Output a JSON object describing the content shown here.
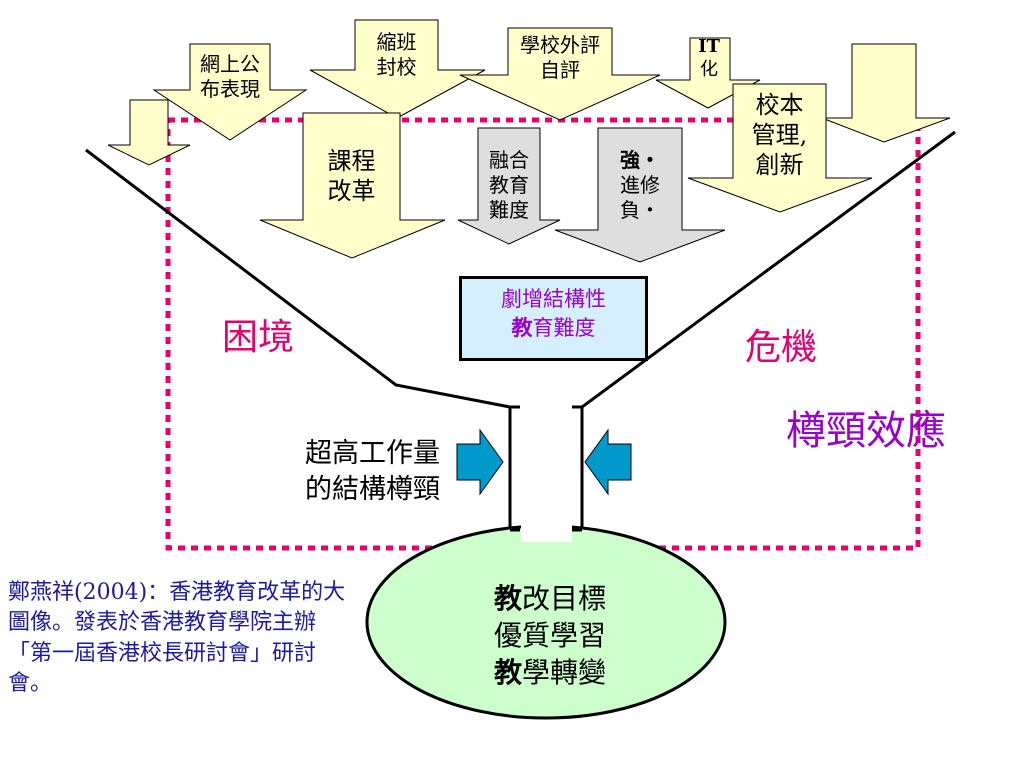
{
  "arrows_down": [
    {
      "id": "online",
      "lines": [
        "網上公",
        "布表現"
      ]
    },
    {
      "id": "shrink",
      "lines": [
        "縮班",
        "封校"
      ]
    },
    {
      "id": "review",
      "lines": [
        "學校外評",
        "自評"
      ]
    },
    {
      "id": "it",
      "lines": [
        "IT",
        "化"
      ]
    },
    {
      "id": "curriculum",
      "lines": [
        "課程",
        "改革"
      ]
    },
    {
      "id": "inclusive",
      "lines": [
        "融合",
        "教育",
        "難度"
      ]
    },
    {
      "id": "strengthen",
      "lines": [
        "強‧",
        "進修",
        "負‧"
      ]
    },
    {
      "id": "sbm",
      "lines": [
        "校本",
        "管理,",
        "創新"
      ]
    }
  ],
  "center_box": {
    "line1": "劇增結構性",
    "line2_bold": "教",
    "line2_rest": "育難度"
  },
  "dilemma": "困境",
  "crisis": "危機",
  "bottleneck_effect": "樽頸效應",
  "workload": [
    "超高工作量",
    "的結構樽頸"
  ],
  "bulb": [
    {
      "bold": "教",
      "rest": "改目標"
    },
    {
      "bold": "",
      "rest": "優質學習"
    },
    {
      "bold": "教",
      "rest": "學轉變"
    }
  ],
  "citation": "鄭燕祥(2004)：香港教育改革的大圖像。發表於香港教育學院主辦「第一屆香港校長研討會」研討會。",
  "colors": {
    "arrow_fill": "#ffffcc",
    "arrow_gray": "#dedede",
    "frame_dash": "#e8006e",
    "bulb_fill": "#ccffcc",
    "side_arrow": "#0099cc",
    "box_fill": "#d6efff",
    "keyword_pink": "#e3006e",
    "keyword_purple": "#9900cc",
    "citation_blue": "#1a1aa6"
  }
}
